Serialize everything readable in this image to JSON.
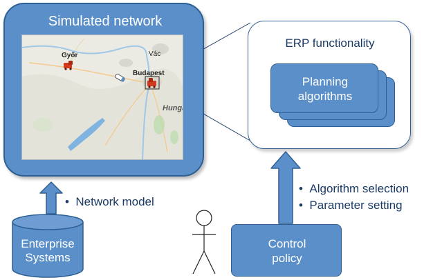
{
  "simulated_network": {
    "title": "Simulated network",
    "map_labels": {
      "gyor": "Győr",
      "vac": "Vác",
      "budapest": "Budapest",
      "hungary": "Hungary"
    }
  },
  "erp": {
    "title": "ERP functionality",
    "planning_label": "Planning\nalgorithms"
  },
  "network_model_bullet": "Network model",
  "enterprise_systems_label": "Enterprise\nSystems",
  "control_bullets": [
    "Algorithm selection",
    "Parameter setting"
  ],
  "control_policy_label": "Control\npolicy",
  "colors": {
    "box_fill": "#5b8fc9",
    "box_border": "#2e5f94",
    "text_dark": "#1a3a66",
    "marker_red": "#d23a1e"
  }
}
